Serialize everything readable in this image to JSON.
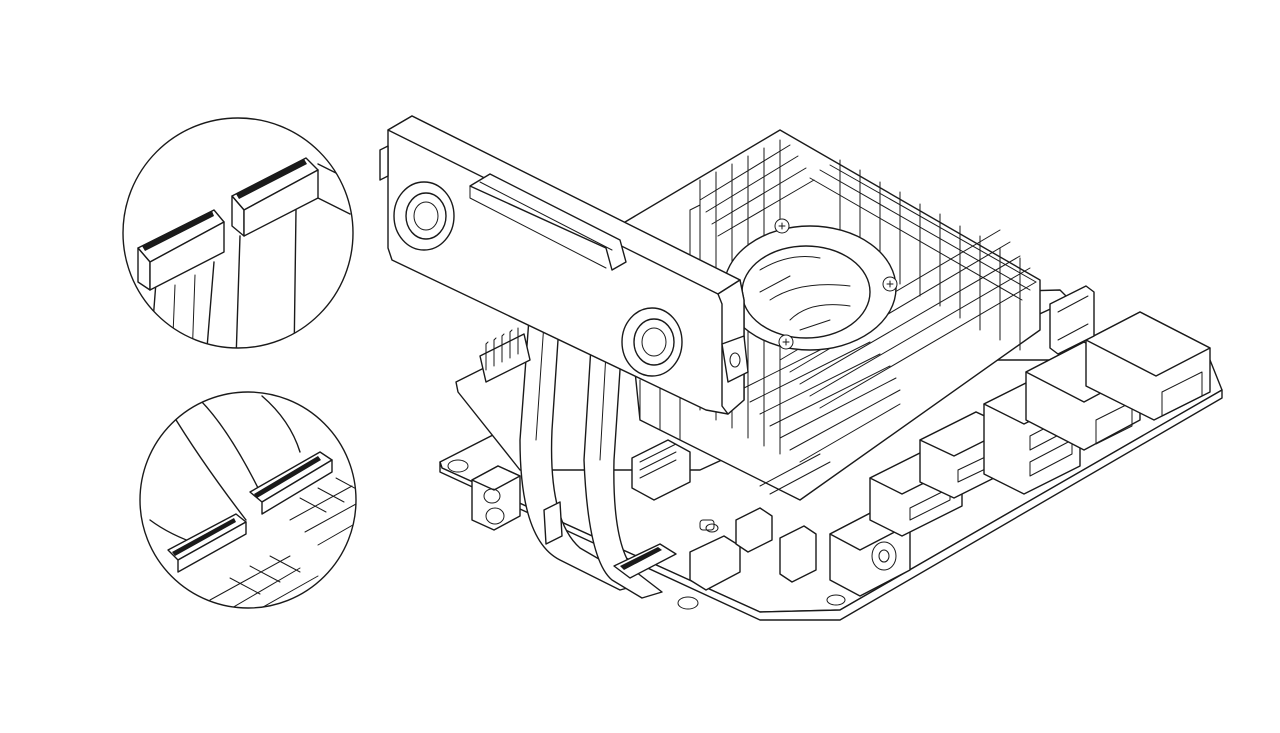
{
  "figure": {
    "style": "line-art",
    "stroke_color": "#1a1a1a",
    "background_color": "#ffffff",
    "subject": "dual-camera-module-connected-to-carrier-board",
    "detail_callouts": [
      {
        "name": "camera-connector-detail",
        "depicts": "two-ribbon-connectors-on-camera"
      },
      {
        "name": "board-connector-detail",
        "depicts": "two-ribbon-connectors-on-board"
      }
    ]
  }
}
